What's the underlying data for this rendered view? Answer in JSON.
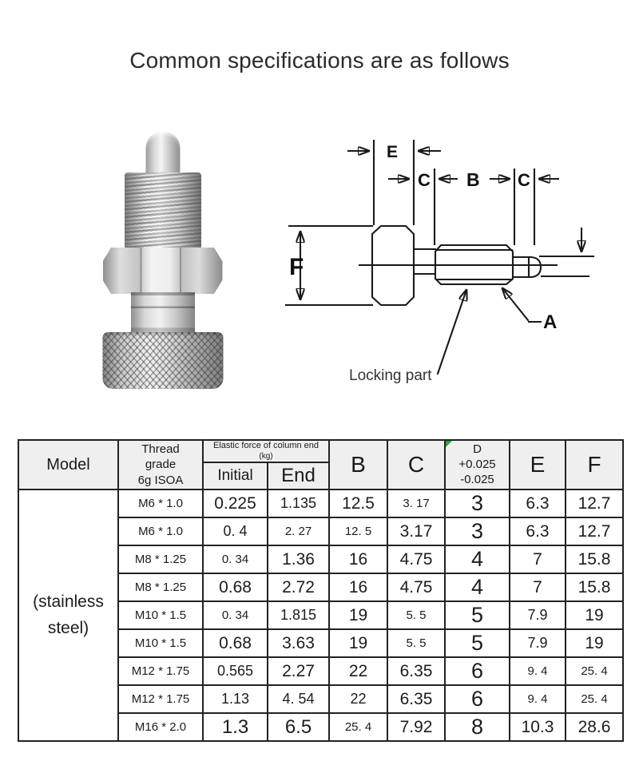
{
  "title": "Common specifications are as follows",
  "colors": {
    "table_border": "#222222",
    "header_bg": "#efefef",
    "drawing_ink": "#1a1a1a",
    "corner_mark_green": "#2f9e44"
  },
  "drawing": {
    "dim_e": "E",
    "dim_c1": "C",
    "dim_b": "B",
    "dim_c2": "C",
    "dim_f": "F",
    "dim_a": "A",
    "locking_label": "Locking part"
  },
  "table": {
    "header": {
      "model": "Model",
      "thread_line1": "Thread",
      "thread_line2": "grade",
      "thread_line3": "6g ISOA",
      "elastic_line1": "Elastic force of column end",
      "elastic_line2": "(kg)",
      "initial": "Initial",
      "end": "End",
      "b": "B",
      "c": "C",
      "d_line1": "D",
      "d_line2": "+0.025",
      "d_line3": "-0.025",
      "e": "E",
      "f": "F"
    },
    "model_value_line1": "(stainless",
    "model_value_line2": "steel)",
    "rows": [
      [
        "M6 * 1.0",
        "0.225",
        "1.135",
        "12.5",
        "3. 17",
        "3",
        "6.3",
        "12.7"
      ],
      [
        "M6 * 1.0",
        "0. 4",
        "2. 27",
        "12. 5",
        "3.17",
        "3",
        "6.3",
        "12.7"
      ],
      [
        "M8 * 1.25",
        "0. 34",
        "1.36",
        "16",
        "4.75",
        "4",
        "7",
        "15.8"
      ],
      [
        "M8 * 1.25",
        "0.68",
        "2.72",
        "16",
        "4.75",
        "4",
        "7",
        "15.8"
      ],
      [
        "M10 * 1.5",
        "0. 34",
        "1.815",
        "19",
        "5. 5",
        "5",
        "7.9",
        "19"
      ],
      [
        "M10 * 1.5",
        "0.68",
        "3.63",
        "19",
        "5. 5",
        "5",
        "7.9",
        "19"
      ],
      [
        "M12 * 1.75",
        "0.565",
        "2.27",
        "22",
        "6.35",
        "6",
        "9. 4",
        "25. 4"
      ],
      [
        "M12 * 1.75",
        "1.13",
        "4. 54",
        "22",
        "6.35",
        "6",
        "9. 4",
        "25. 4"
      ],
      [
        "M16 * 2.0",
        "1.3",
        "6.5",
        "25. 4",
        "7.92",
        "8",
        "10.3",
        "28.6"
      ]
    ]
  }
}
